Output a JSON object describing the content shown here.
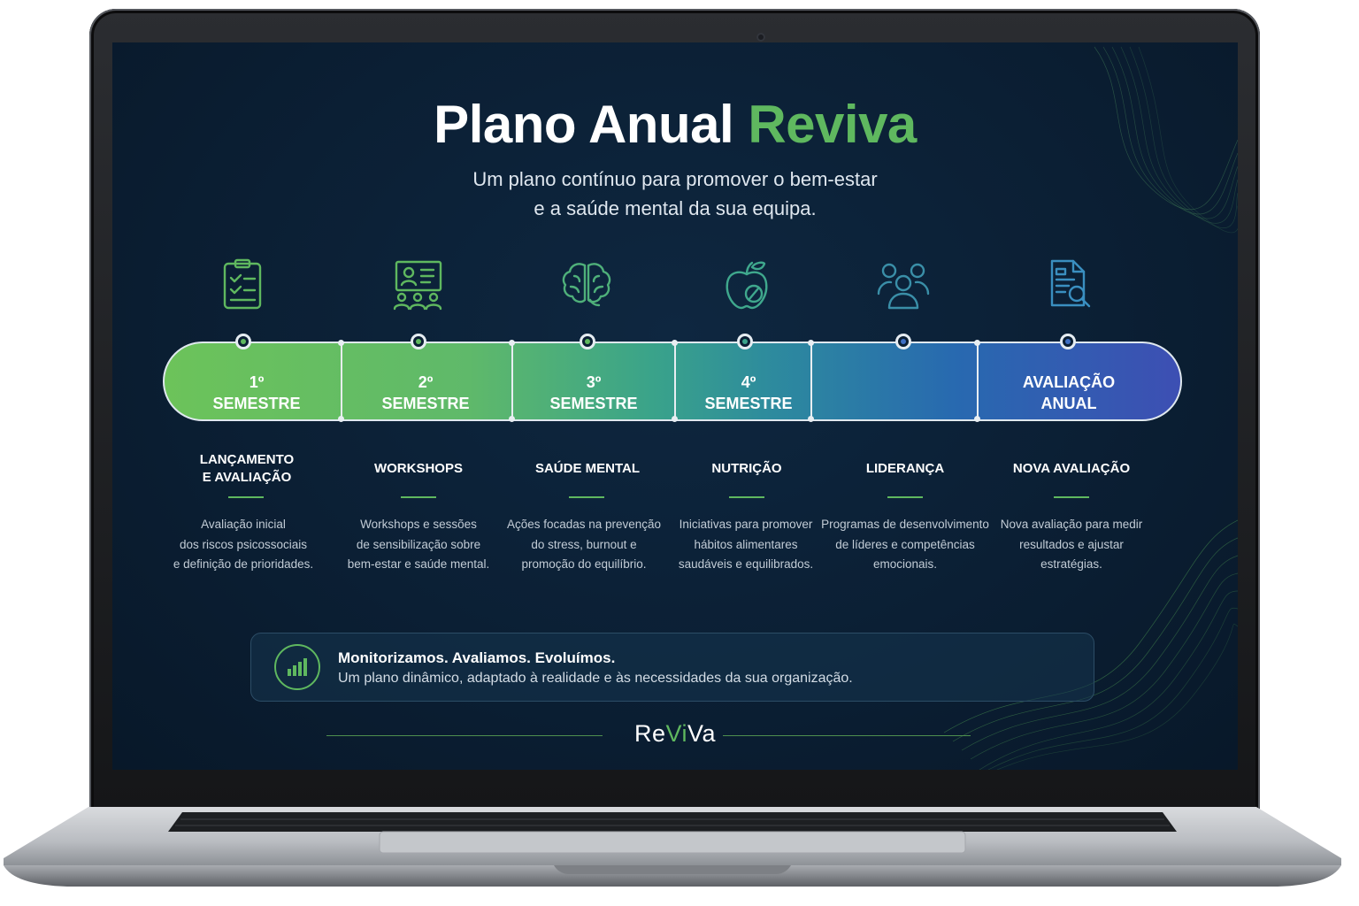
{
  "slide": {
    "title_main": "Plano Anual ",
    "title_accent": "Reviva",
    "subtitle_line1": "Um plano contínuo para promover o bem-estar",
    "subtitle_line2": "e a saúde mental da sua equipa."
  },
  "timeline": {
    "segments": [
      {
        "line1": "1º",
        "line2": "SEMESTRE"
      },
      {
        "line1": "2º",
        "line2": "SEMESTRE"
      },
      {
        "line1": "3º",
        "line2": "SEMESTRE"
      },
      {
        "line1": "4º",
        "line2": "SEMESTRE"
      },
      {
        "line1": "",
        "line2": ""
      },
      {
        "line1": "AVALIAÇÃO",
        "line2": "ANUAL"
      }
    ],
    "colors": {
      "start": "#6cc35a",
      "mid": "#2d8a9e",
      "end": "#3d4fb3",
      "accent": "#5fb85f"
    }
  },
  "phases": [
    {
      "icon": "clipboard-check-icon",
      "title_line1": "LANÇAMENTO",
      "title_line2": "E AVALIAÇÃO",
      "desc": [
        "Avaliação inicial",
        "dos riscos psicossociais",
        "e definição de prioridades."
      ]
    },
    {
      "icon": "presentation-board-icon",
      "title_line1": "WORKSHOPS",
      "title_line2": "",
      "desc": [
        "Workshops e sessões",
        "de sensibilização sobre",
        "bem-estar e saúde mental."
      ]
    },
    {
      "icon": "brain-icon",
      "title_line1": "SAÚDE MENTAL",
      "title_line2": "",
      "desc": [
        "Ações focadas na prevenção",
        "do stress, burnout e",
        "promoção do equilíbrio."
      ]
    },
    {
      "icon": "apple-icon",
      "title_line1": "NUTRIÇÃO",
      "title_line2": "",
      "desc": [
        "Iniciativas para promover",
        "hábitos alimentares",
        "saudáveis e equilibrados."
      ]
    },
    {
      "icon": "team-people-icon",
      "title_line1": "LIDERANÇA",
      "title_line2": "",
      "desc": [
        "Programas de desenvolvimento",
        "de líderes e competências",
        "emocionais."
      ]
    },
    {
      "icon": "document-search-icon",
      "title_line1": "NOVA AVALIAÇÃO",
      "title_line2": "",
      "desc": [
        "Nova avaliação para medir",
        "resultados e ajustar",
        "estratégias."
      ]
    }
  ],
  "infobox": {
    "icon": "bar-chart-icon",
    "title": "Monitorizamos. Avaliamos. Evoluímos.",
    "text": "Um plano dinâmico, adaptado à realidade e às necessidades da sua organização."
  },
  "brand": {
    "part1": "Re",
    "part2": "Vi",
    "part3": "Va"
  }
}
